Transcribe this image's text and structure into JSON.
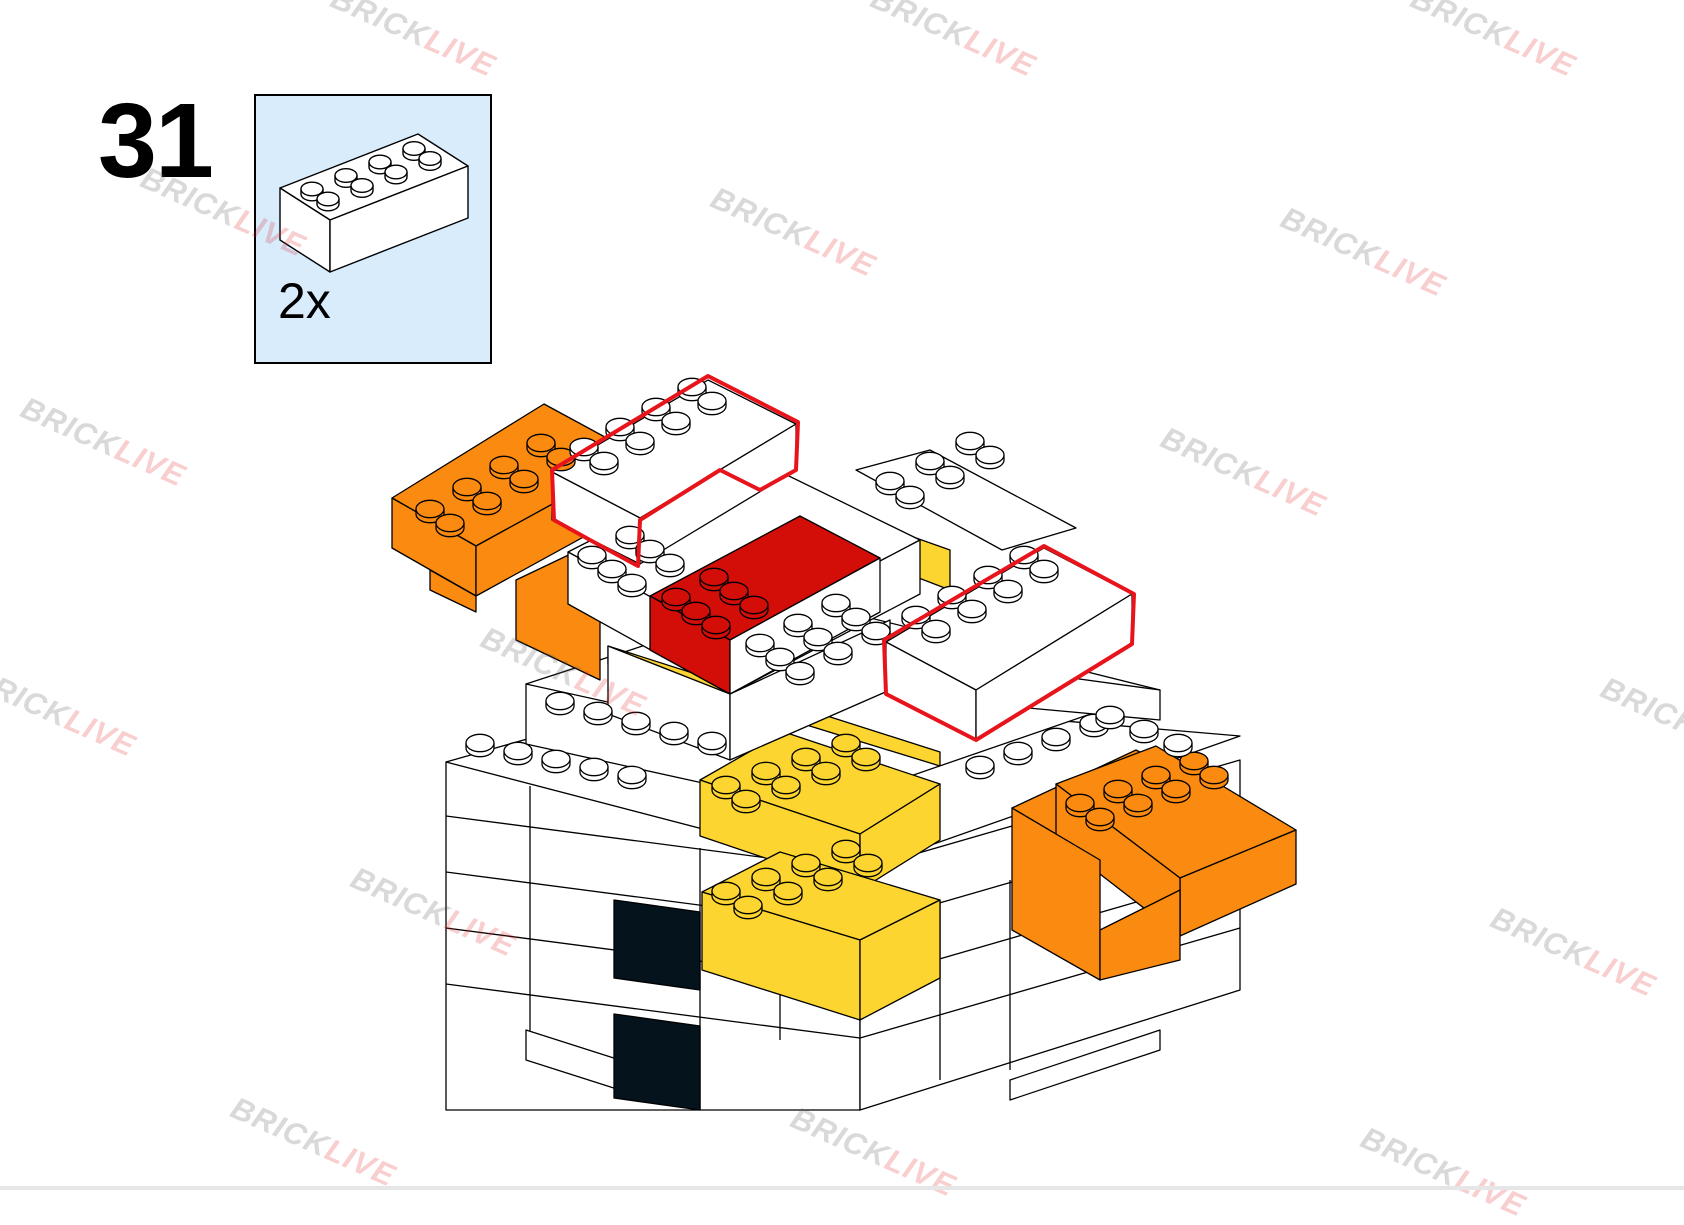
{
  "step": {
    "number": "31"
  },
  "parts_callout": {
    "quantity": "2x",
    "part": {
      "type": "brick 2x4",
      "color": "#ffffff",
      "icon": "brick-2x4-icon"
    }
  },
  "watermark": {
    "word_1": "BRICK",
    "word_2": "LIVE",
    "color_1": "#555555",
    "color_2": "#e0242a"
  },
  "colors": {
    "white": "#ffffff",
    "orange": "#fb8a10",
    "yellow": "#fdd531",
    "red": "#d30d08",
    "black": "#05131d",
    "callout_bg": "#d8ecfc",
    "highlight": "#e8141c"
  }
}
